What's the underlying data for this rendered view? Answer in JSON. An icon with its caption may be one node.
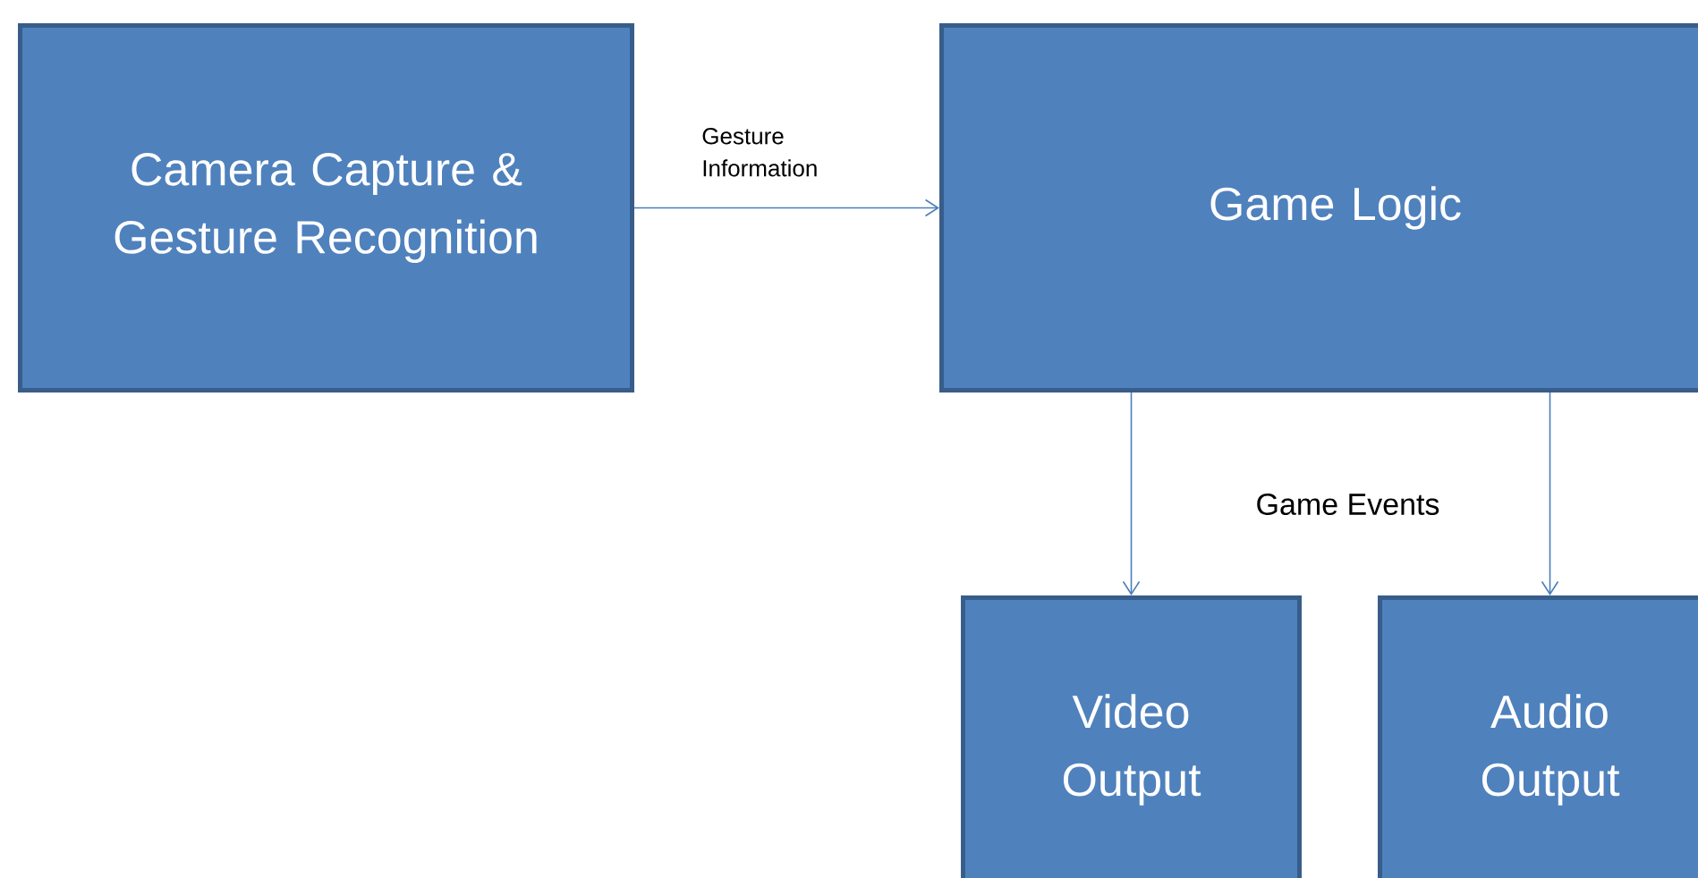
{
  "diagram": {
    "nodes": [
      {
        "text": [
          "Camera Capture & Gesture Recognition"
        ]
      },
      {
        "text": [
          "Game Logic"
        ]
      },
      {
        "text": [
          "Video Output"
        ]
      },
      {
        "text": [
          "Audio Output"
        ]
      }
    ],
    "edges": [
      {
        "from": 0,
        "to": 1,
        "arrow": "to",
        "label": "Gesture Information"
      },
      {
        "from": 1,
        "to": 2,
        "arrow": "to"
      },
      {
        "from": 1,
        "to": 3,
        "arrow": "to"
      }
    ],
    "labels": [
      "Game Events"
    ]
  }
}
